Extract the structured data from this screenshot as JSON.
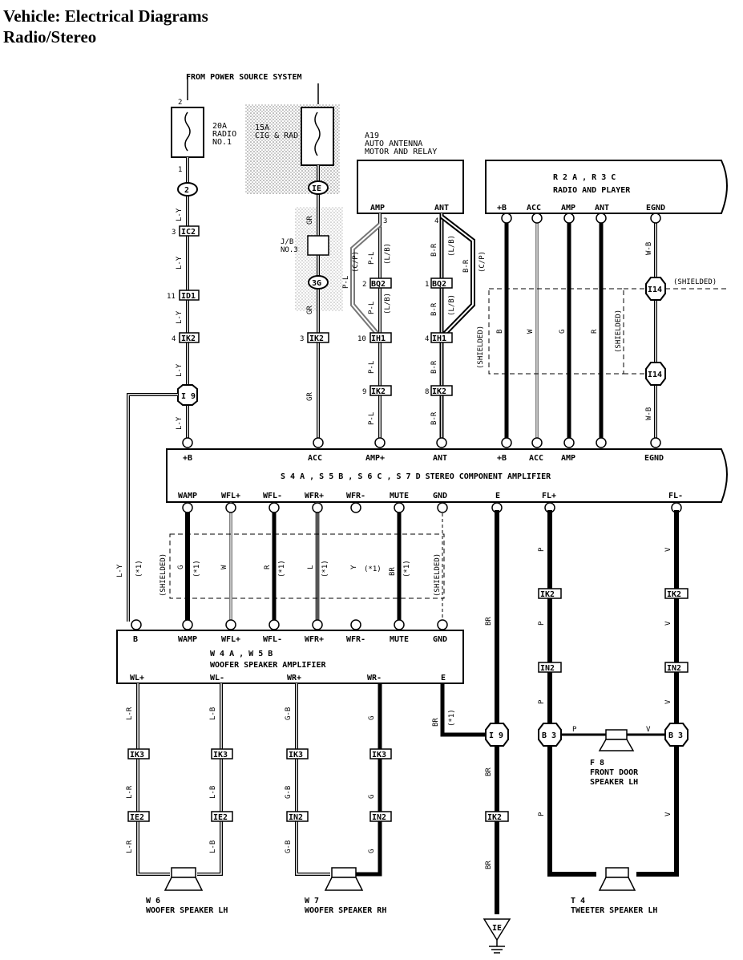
{
  "header": {
    "title": "Vehicle: Electrical Diagrams",
    "subtitle": "Radio/Stereo"
  },
  "source": "FROM POWER SOURCE SYSTEM",
  "fuses": {
    "radio": {
      "line1": "20A",
      "line2": "RADIO",
      "line3": "NO.1",
      "pin_top": "2",
      "pin_bottom": "1"
    },
    "cig": {
      "line1": "15A",
      "line2": "CIG & RAD"
    },
    "jb": {
      "line1": "J/B",
      "line2": "NO.3"
    }
  },
  "antenna": {
    "id": "A19",
    "line1": "AUTO ANTENNA",
    "line2": "MOTOR AND RELAY",
    "amp": "AMP",
    "ant": "ANT",
    "pin_amp": "3",
    "pin_ant": "4"
  },
  "radio_unit": {
    "line1": "R 2 A , R 3 C",
    "line2": "RADIO AND PLAYER",
    "pins": [
      "+B",
      "ACC",
      "AMP",
      "ANT",
      "EGND"
    ]
  },
  "stereo_amp": {
    "title": "S 4 A , S 5 B , S 6 C , S 7 D  STEREO COMPONENT AMPLIFIER",
    "top_pins": [
      "+B",
      "ACC",
      "AMP+",
      "ANT",
      "+B",
      "ACC",
      "AMP",
      "EGND"
    ],
    "bottom_pins": [
      "WAMP",
      "WFL+",
      "WFL-",
      "WFR+",
      "WFR-",
      "MUTE",
      "GND",
      "E",
      "FL+",
      "FL-"
    ]
  },
  "woofer_amp": {
    "line1": "W 4 A , W 5 B",
    "line2": "WOOFER SPEAKER AMPLIFIER",
    "top_pins": [
      "B",
      "WAMP",
      "WFL+",
      "WFL-",
      "WFR+",
      "WFR-",
      "MUTE",
      "GND"
    ],
    "bottom_pins": [
      "WL+",
      "WL-",
      "WR+",
      "WR-",
      "E"
    ]
  },
  "connectors": {
    "ic2": "IC2",
    "id1": "ID1",
    "ik2": "IK2",
    "i9": "I 9",
    "ie": "IE",
    "i6": "3G",
    "bq2": "BQ2",
    "ih1": "IH1",
    "i14": "I14",
    "ik3": "IK3",
    "ie2": "IE2",
    "in2": "IN2",
    "b3": "B 3"
  },
  "wires": {
    "ly": "L-Y",
    "gr": "GR",
    "pl": "P-L",
    "lb": "(L/B)",
    "br": "B-R",
    "cp": "(C/P)",
    "b": "B",
    "w": "W",
    "g": "G",
    "r": "R",
    "wb": "W-B",
    "l": "L",
    "y": "Y",
    "brn": "BR",
    "p": "P",
    "v": "V",
    "lr": "L-R",
    "lbw": "L-B",
    "gb": "G-B",
    "star": "(*1)",
    "shielded": "(SHIELDED)"
  },
  "speakers": {
    "w6_id": "W 6",
    "w6": "WOOFER SPEAKER LH",
    "w7_id": "W 7",
    "w7": "WOOFER SPEAKER RH",
    "f8_id": "F 8",
    "f8_l1": "FRONT DOOR",
    "f8_l2": "SPEAKER LH",
    "t4_id": "T 4",
    "t4": "TWEETER SPEAKER LH"
  }
}
